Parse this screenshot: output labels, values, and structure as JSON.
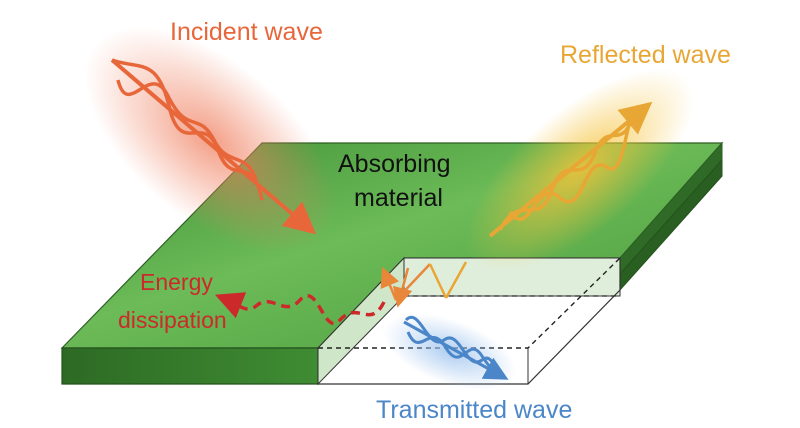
{
  "labels": {
    "incident": "Incident wave",
    "reflected": "Reflected wave",
    "absorbing_line1": "Absorbing",
    "absorbing_line2": "material",
    "energy_line1": "Energy",
    "energy_line2": "dissipation",
    "transmitted": "Transmitted wave"
  },
  "colors": {
    "incident": "#e8673a",
    "reflected": "#e8a735",
    "transmitted": "#4a86c8",
    "dissipation": "#cc2a2a",
    "material_top": "#4e9d3e",
    "material_side": "#2f6a26",
    "label_dark": "#111111"
  },
  "icons": [
    "incident-wave-arrow",
    "reflected-wave-arrow",
    "transmitted-wave-arrow",
    "dissipation-wave-arrow"
  ]
}
